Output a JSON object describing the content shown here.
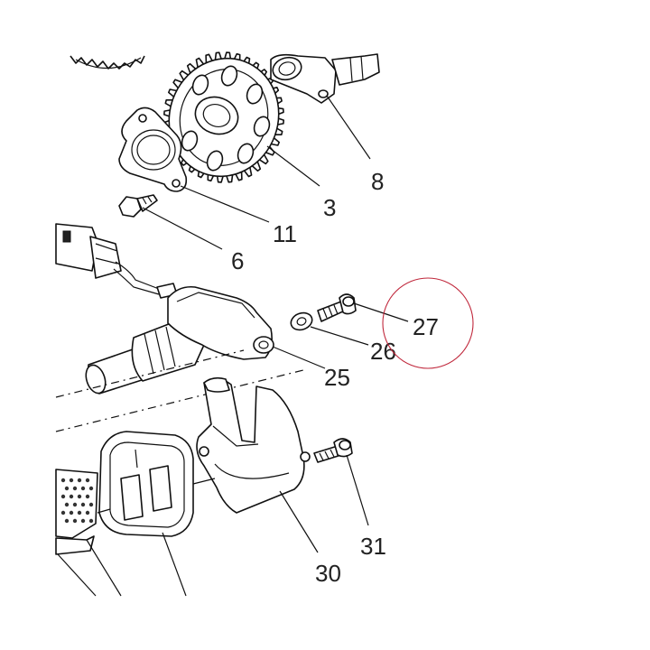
{
  "callouts": [
    {
      "id": "c8",
      "label": "8"
    },
    {
      "id": "c3",
      "label": "3"
    },
    {
      "id": "c11",
      "label": "11"
    },
    {
      "id": "c6",
      "label": "6"
    },
    {
      "id": "c27",
      "label": "27"
    },
    {
      "id": "c26",
      "label": "26"
    },
    {
      "id": "c25",
      "label": "25"
    },
    {
      "id": "c31",
      "label": "31"
    },
    {
      "id": "c30",
      "label": "30"
    }
  ],
  "highlight": {
    "callout": "27",
    "color": "#c0283c"
  }
}
